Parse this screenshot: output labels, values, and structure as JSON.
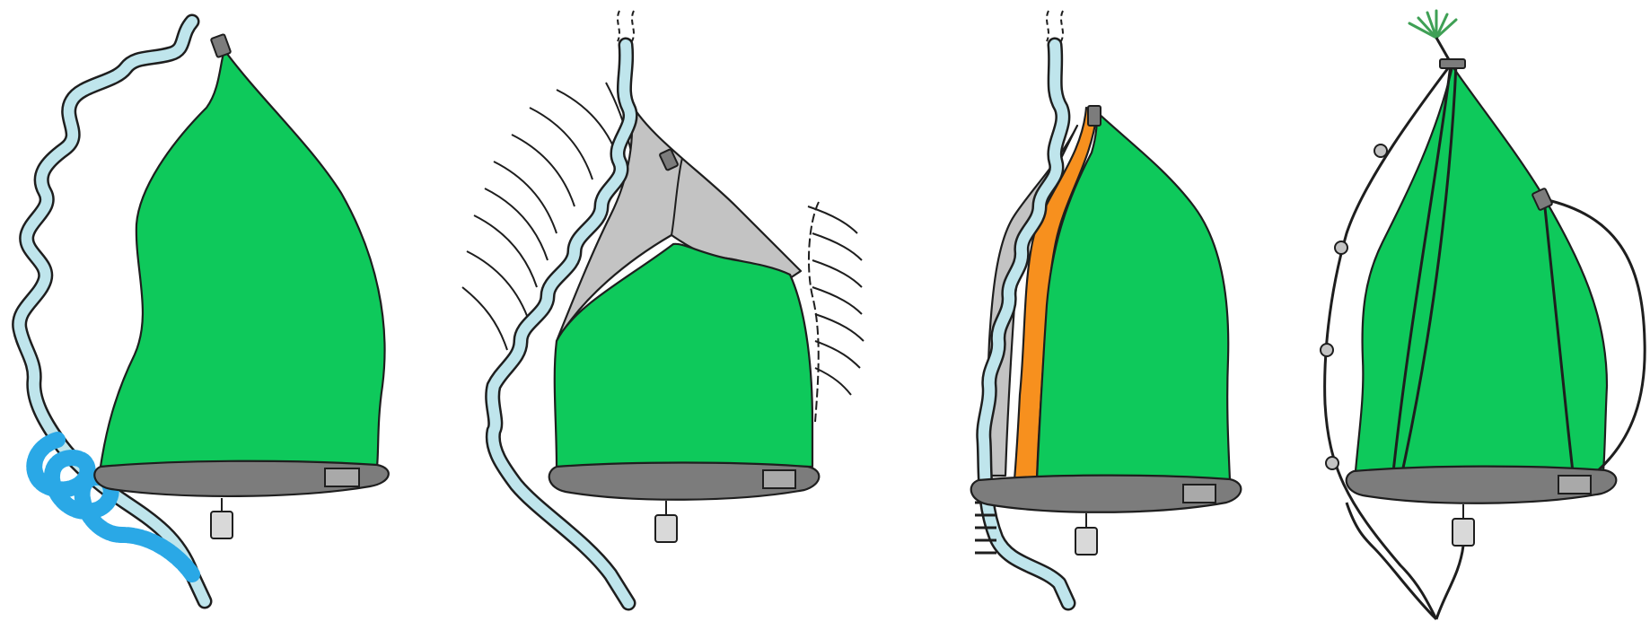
{
  "diagram": {
    "panels": [
      {
        "id": "panel-1",
        "elements": [
          "envelope",
          "skirt",
          "valve",
          "tube",
          "coiled-tube-section"
        ]
      },
      {
        "id": "panel-2",
        "elements": [
          "envelope",
          "collapsed-top",
          "skirt",
          "valve",
          "tube",
          "airflow-lines"
        ]
      },
      {
        "id": "panel-3",
        "elements": [
          "envelope",
          "side-panel",
          "collapsed-fold",
          "skirt",
          "valve",
          "tube",
          "ribbed-joint"
        ]
      },
      {
        "id": "panel-4",
        "elements": [
          "envelope",
          "skirt",
          "valve",
          "load-lines",
          "top-fitting",
          "line-beads"
        ]
      }
    ]
  },
  "colors": {
    "envelope": "#0ec95b",
    "skirt": "#7c7c7c",
    "tube": "#bfe5ec",
    "tube_coiled": "#2aa8e6",
    "collapsed": "#c3c3c3",
    "side_panel": "#f7901e",
    "fitting": "#d9d9d9",
    "tassel": "#3fa055",
    "outline": "#1e1e1e"
  }
}
